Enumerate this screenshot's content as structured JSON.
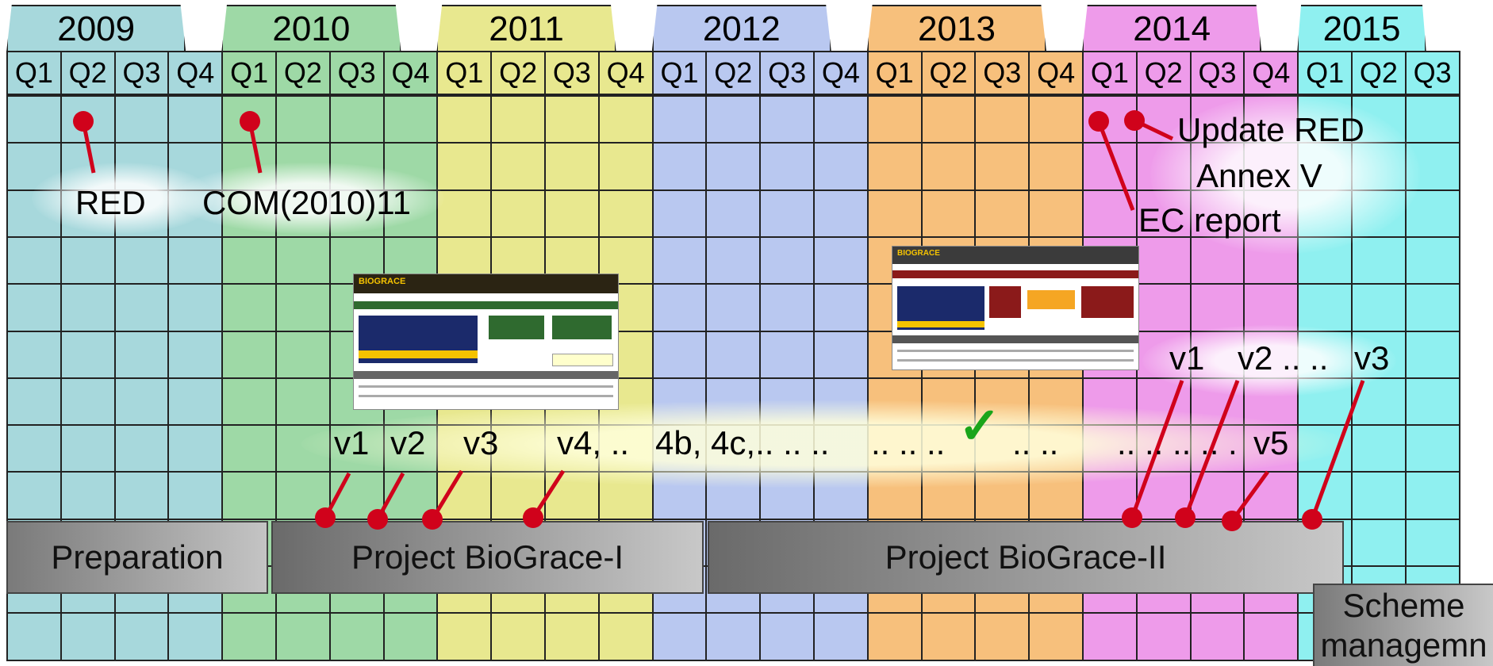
{
  "years": [
    {
      "label": "2009",
      "color": "#a7d8dc",
      "quarters": [
        "Q1",
        "Q2",
        "Q3",
        "Q4"
      ]
    },
    {
      "label": "2010",
      "color": "#9ed9a6",
      "quarters": [
        "Q1",
        "Q2",
        "Q3",
        "Q4"
      ]
    },
    {
      "label": "2011",
      "color": "#e8e88f",
      "quarters": [
        "Q1",
        "Q2",
        "Q3",
        "Q4"
      ]
    },
    {
      "label": "2012",
      "color": "#b9c8f0",
      "quarters": [
        "Q1",
        "Q2",
        "Q3",
        "Q4"
      ]
    },
    {
      "label": "2013",
      "color": "#f7c07c",
      "quarters": [
        "Q1",
        "Q2",
        "Q3",
        "Q4"
      ]
    },
    {
      "label": "2014",
      "color": "#ee9bea",
      "quarters": [
        "Q1",
        "Q2",
        "Q3",
        "Q4"
      ]
    },
    {
      "label": "2015",
      "color": "#8ff0f0",
      "quarters": [
        "Q1",
        "Q2",
        "Q3"
      ]
    }
  ],
  "events": {
    "red": "RED",
    "com": "COM(2010)11",
    "update_red_line1": "Update RED",
    "update_red_line2": "Annex V",
    "ec_report": "EC report"
  },
  "versions_row": {
    "v1": "v1",
    "v2": "v2",
    "v3": "v3",
    "v4": "v4, ..",
    "v4b": "4b, 4c,.. .. ..",
    "dots1": ".. .. ..",
    "dots2": ".. ..",
    "dots3": ".. .. .. .. .",
    "v5": "v5"
  },
  "scheme_versions": {
    "v1": "v1",
    "v2": "v2 .. ..",
    "v3": "v3"
  },
  "checkmark": "✓",
  "phases": {
    "preparation": "Preparation",
    "biograce1": "Project BioGrace-I",
    "biograce2": "Project BioGrace-II",
    "scheme_line1": "Scheme",
    "scheme_line2": "managemn"
  },
  "thumbnails": {
    "logo1": "BIOGRACE",
    "logo2": "BIOGRACE"
  },
  "colors": {
    "marker": "#d0021b",
    "phase_dark": "#6e6e6e",
    "phase_light": "#c8c8c8",
    "check": "#1aa51a"
  }
}
